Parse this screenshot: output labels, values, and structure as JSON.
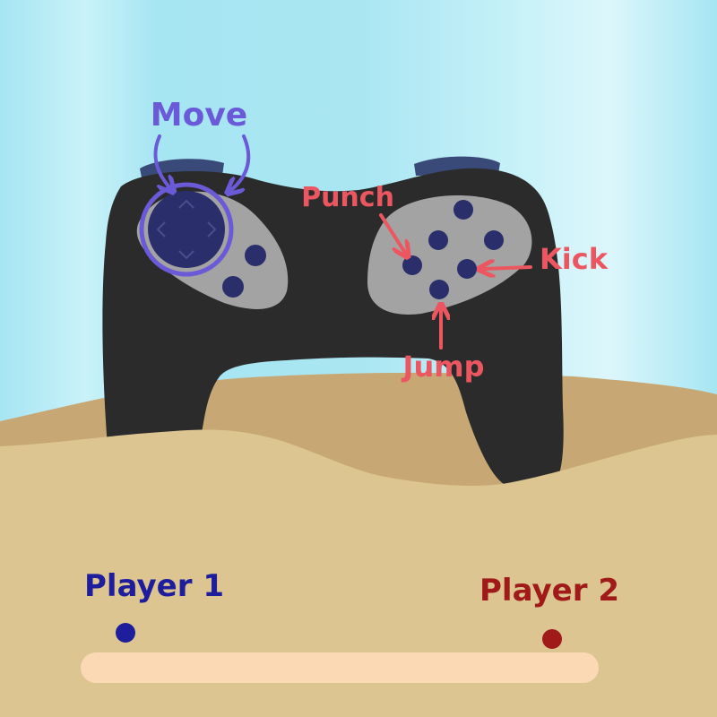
{
  "controls": {
    "move": "Move",
    "punch": "Punch",
    "kick": "Kick",
    "jump": "Jump"
  },
  "players": [
    {
      "label": "Player 1",
      "color": "#1e1e9c"
    },
    {
      "label": "Player 2",
      "color": "#a01a1a"
    }
  ],
  "colors": {
    "sky": "#a8e6f2",
    "sky_light": "#d4f5fb",
    "sand_back": "#c7a875",
    "sand_front": "#dcc590",
    "controller_body": "#2b2b2b",
    "controller_bumper": "#3a4a78",
    "button_plate": "#a3a3a3",
    "face_button": "#2a2f6b",
    "move_annotation": "#6a5ad8",
    "action_annotation": "#ec5660",
    "track": "#fbd9b5"
  },
  "icons": {
    "dpad": "dpad-icon",
    "buttons": "face-button-icon"
  }
}
